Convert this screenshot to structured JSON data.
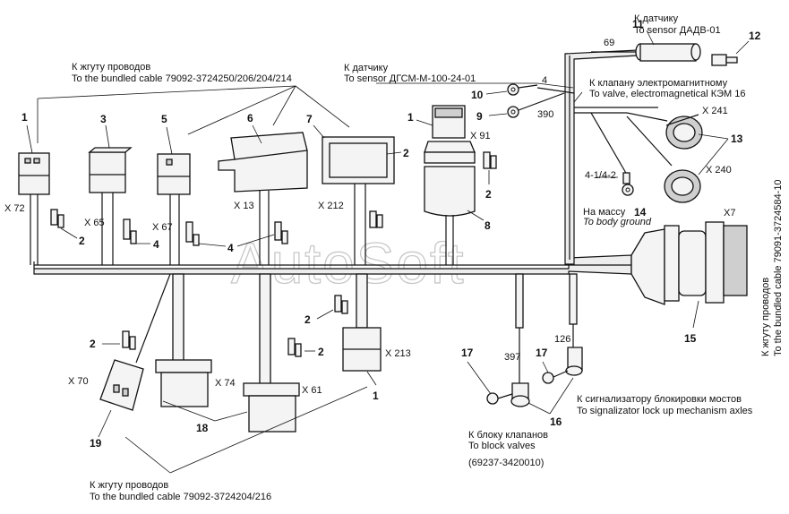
{
  "labels": {
    "top_left_ru": "К жгуту проводов",
    "top_left_en": "To the bundled cable 79092-3724250/206/204/214",
    "sensor_dgsm_ru": "К датчику",
    "sensor_dgsm_en": "To sensor ДГСМ-М-100-24-01",
    "sensor_dadv_ru": "К датчику",
    "sensor_dadv_en": "To sensor ДАДВ-01",
    "valve_ru": "К клапану электромагнитному",
    "valve_en": "To valve, electromagnetical КЭМ 16",
    "ground_ru": "На массу",
    "ground_en": "To body ground",
    "ground_code": "4-1/4-2",
    "right_ru": "К жгуту проводов",
    "right_en": "To the bundled cable 79091-3724584-10",
    "bottom_left_ru": "К жгуту проводов",
    "bottom_left_en": "To the bundled cable 79092-3724204/216",
    "block_valves_ru": "К блоку клапанов",
    "block_valves_en": "To block valves",
    "block_valves_code": "(69237-3420010)",
    "signalizator_ru": "К сигнализатору блокировки мостов",
    "signalizator_en": "To signalizator lock up mechanism axles",
    "watermark": "AutoSoft"
  },
  "connectors": {
    "x72": "X 72",
    "x65": "X 65",
    "x67": "X 67",
    "x13": "X 13",
    "x212": "X 212",
    "x91": "X 91",
    "x241": "X 241",
    "x240": "X 240",
    "x7": "X7",
    "x70": "X 70",
    "x74": "X 74",
    "x61": "X 61",
    "x213": "X 213"
  },
  "dimensions": {
    "d69": "69",
    "d4": "4",
    "d390": "390",
    "d397": "397",
    "d126": "126"
  },
  "callouts": {
    "c1a": "1",
    "c3": "3",
    "c5": "5",
    "c6": "6",
    "c7": "7",
    "c2a": "2",
    "c1b": "1",
    "c2b": "2",
    "c8": "8",
    "c10": "10",
    "c9": "9",
    "c11": "11",
    "c12": "12",
    "c13": "13",
    "c14": "14",
    "c15": "15",
    "c2c": "2",
    "c4a": "4",
    "c4b": "4",
    "c2d": "2",
    "c2e": "2",
    "c2f": "2",
    "c1c": "1",
    "c17a": "17",
    "c17b": "17",
    "c16": "16",
    "c18": "18",
    "c19": "19"
  }
}
